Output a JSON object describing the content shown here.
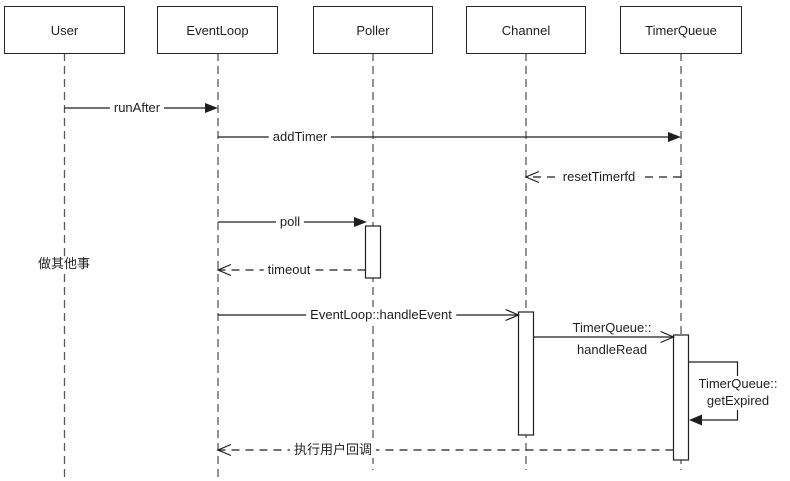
{
  "diagram": {
    "type": "uml-sequence",
    "actors": [
      {
        "id": "user",
        "label": "User"
      },
      {
        "id": "eventloop",
        "label": "EventLoop"
      },
      {
        "id": "poller",
        "label": "Poller"
      },
      {
        "id": "channel",
        "label": "Channel"
      },
      {
        "id": "timerqueue",
        "label": "TimerQueue"
      }
    ],
    "messages": [
      {
        "from": "user",
        "to": "eventloop",
        "label": "runAfter",
        "line": "solid",
        "arrow": "filled"
      },
      {
        "from": "eventloop",
        "to": "timerqueue",
        "label": "addTimer",
        "line": "solid",
        "arrow": "filled"
      },
      {
        "from": "timerqueue",
        "to": "channel",
        "label": "resetTimerfd",
        "line": "dashed",
        "arrow": "open"
      },
      {
        "from": "eventloop",
        "to": "poller",
        "label": "poll",
        "line": "solid",
        "arrow": "filled"
      },
      {
        "from": "poller",
        "to": "eventloop",
        "label": "timeout",
        "line": "dashed",
        "arrow": "open"
      },
      {
        "from": "eventloop",
        "to": "channel",
        "label": "EventLoop::handleEvent",
        "line": "solid",
        "arrow": "open"
      },
      {
        "from": "channel",
        "to": "timerqueue",
        "label_lines": [
          "TimerQueue::",
          "handleRead"
        ],
        "line": "solid",
        "arrow": "open"
      },
      {
        "from": "timerqueue",
        "to": "timerqueue",
        "label_lines": [
          "TimerQueue::",
          "getExpired"
        ],
        "line": "solid",
        "arrow": "filled",
        "self": true
      },
      {
        "from": "timerqueue",
        "to": "eventloop",
        "label": "执行用户回调",
        "line": "dashed",
        "arrow": "open"
      }
    ],
    "note": {
      "label": "做其他事"
    },
    "colors": {
      "line": "#1f1f1f",
      "lifeline": "#595959",
      "background": "#ffffff"
    }
  }
}
